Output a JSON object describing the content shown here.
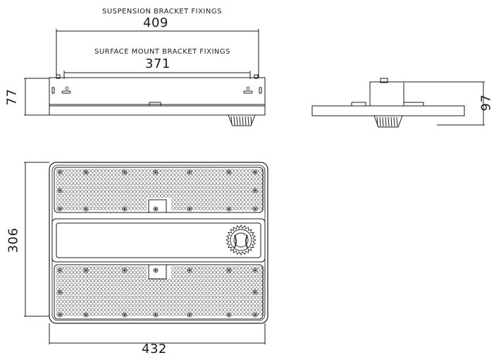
{
  "labels": {
    "suspension_title": "SUSPENSION BRACKET FIXINGS",
    "suspension_value": "409",
    "surface_title": "SURFACE MOUNT BRACKET FIXINGS",
    "surface_value": "371",
    "front_height": "77",
    "side_height": "97",
    "plan_height": "306",
    "plan_width": "432"
  },
  "colors": {
    "line": "#1a1a1a"
  }
}
